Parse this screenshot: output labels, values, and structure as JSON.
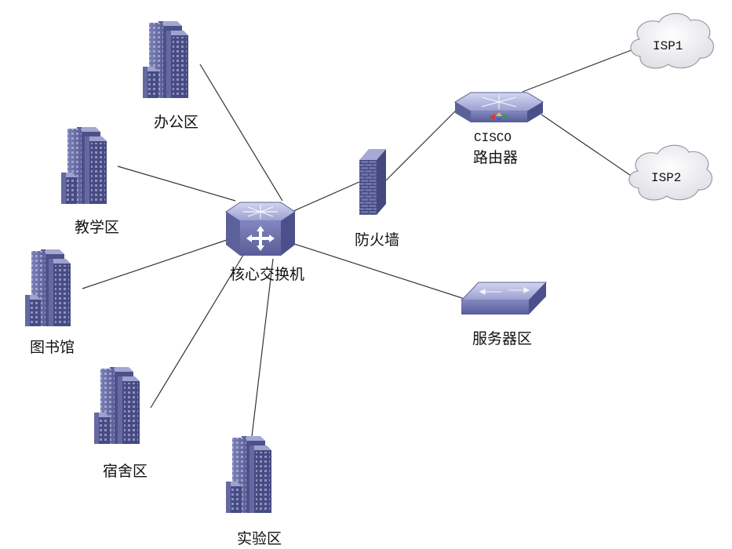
{
  "nodes": {
    "office": {
      "label": "办公区"
    },
    "teaching": {
      "label": "教学区"
    },
    "library": {
      "label": "图书馆"
    },
    "dorm": {
      "label": "宿舍区"
    },
    "lab": {
      "label": "实验区"
    },
    "core_switch": {
      "label": "核心交换机"
    },
    "firewall": {
      "label": "防火墙"
    },
    "router": {
      "label_line1": "CISCO",
      "label_line2": "路由器"
    },
    "isp1": {
      "label": "ISP1"
    },
    "isp2": {
      "label": "ISP2"
    },
    "server_zone": {
      "label": "服务器区"
    }
  },
  "colors": {
    "building_front": "#6d72a8",
    "building_side": "#4a4f86",
    "building_top": "#9ea2cc",
    "device_body": "#7b80b5",
    "device_top": "#b7bbe0",
    "cloud": "#f4f4f6"
  }
}
